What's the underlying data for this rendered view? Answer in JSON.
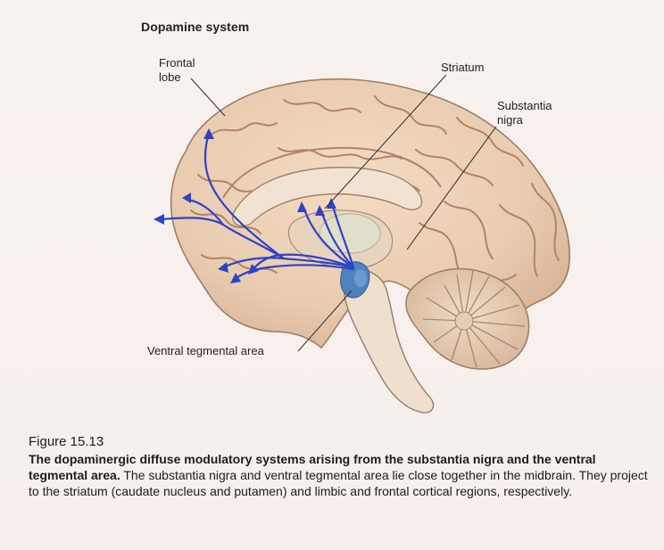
{
  "figure": {
    "title": "Dopamine system"
  },
  "labels": {
    "frontal_lobe": "Frontal lobe",
    "striatum": "Striatum",
    "substantia_nigra": "Substantia nigra",
    "ventral_tegmental_area": "Ventral tegmental area"
  },
  "caption": {
    "number": "Figure 15.13",
    "bold_text": "The dopaminergic diffuse modulatory systems arising from the substantia nigra and the ventral tegmental area.",
    "body_text": " The substantia nigra and ventral tegmental area lie close together in the midbrain. They project to the striatum (caudate nucleus and putamen) and limbic and frontal cortical regions, respectively."
  },
  "colors": {
    "brain_fill": "#ecd2b7",
    "brain_outline": "#9c7c63",
    "sulcus": "#b48a6c",
    "pathway_blue": "#2e43c6",
    "nucleus_blue": "#4c83bd",
    "background": "#f7f1ee"
  }
}
